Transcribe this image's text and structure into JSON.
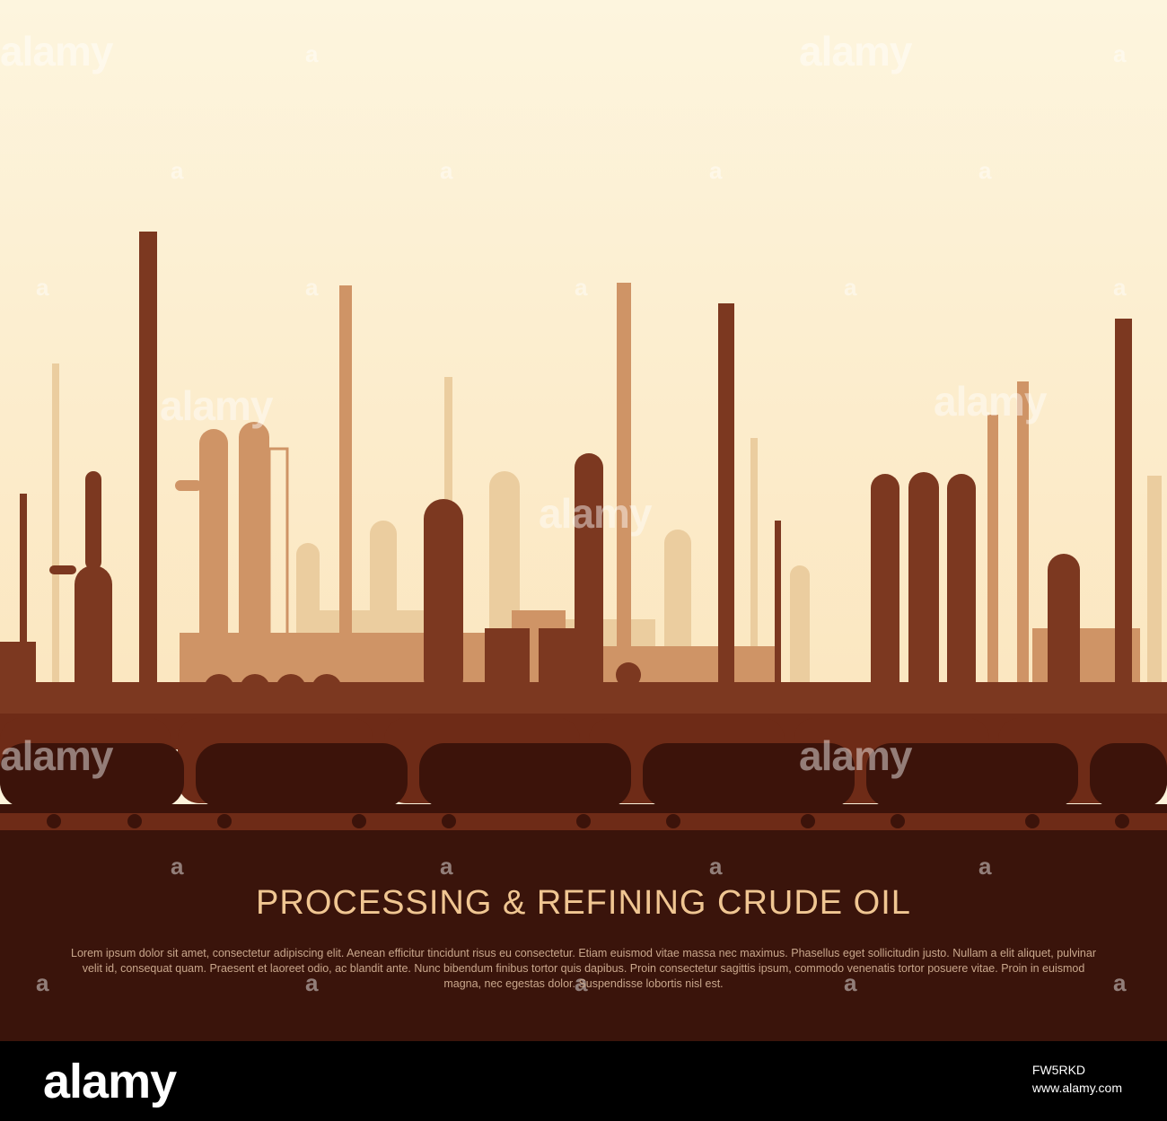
{
  "poster": {
    "title": "PROCESSING & REFINING CRUDE OIL",
    "body_text": "Lorem ipsum dolor sit amet, consectetur adipiscing elit. Aenean efficitur tincidunt risus eu consectetur. Etiam euismod vitae massa nec maximus. Phasellus eget sollicitudin justo. Nullam a elit aliquet, pulvinar velit id, consequat quam. Praesent et laoreet odio, ac blandit ante. Nunc bibendum finibus tortor quis dapibus. Proin consectetur sagittis ipsum, commodo venenatis tortor posuere vitae. Proin in euismod magna, nec egestas dolor. Suspendisse lobortis nisl est."
  },
  "watermark": {
    "text": "alamy",
    "small_mark": "a"
  },
  "footer": {
    "logo": "alamy",
    "image_id": "FW5RKD",
    "site": "www.alamy.com"
  },
  "colors": {
    "sky_top": "#fdf3db",
    "sky_bottom": "#fbe7c0",
    "far_silhouette": "#e8c497",
    "mid_silhouette": "#c8875c",
    "near_silhouette": "#7a3520",
    "tank_cars_back": "#6e2a17",
    "tank_cars_front": "#3b120a",
    "ground": "#3a140b",
    "title_color": "#f0c692",
    "footer_bg": "#000000"
  },
  "icons": [
    "alamy-watermark",
    "alamy-logo"
  ]
}
